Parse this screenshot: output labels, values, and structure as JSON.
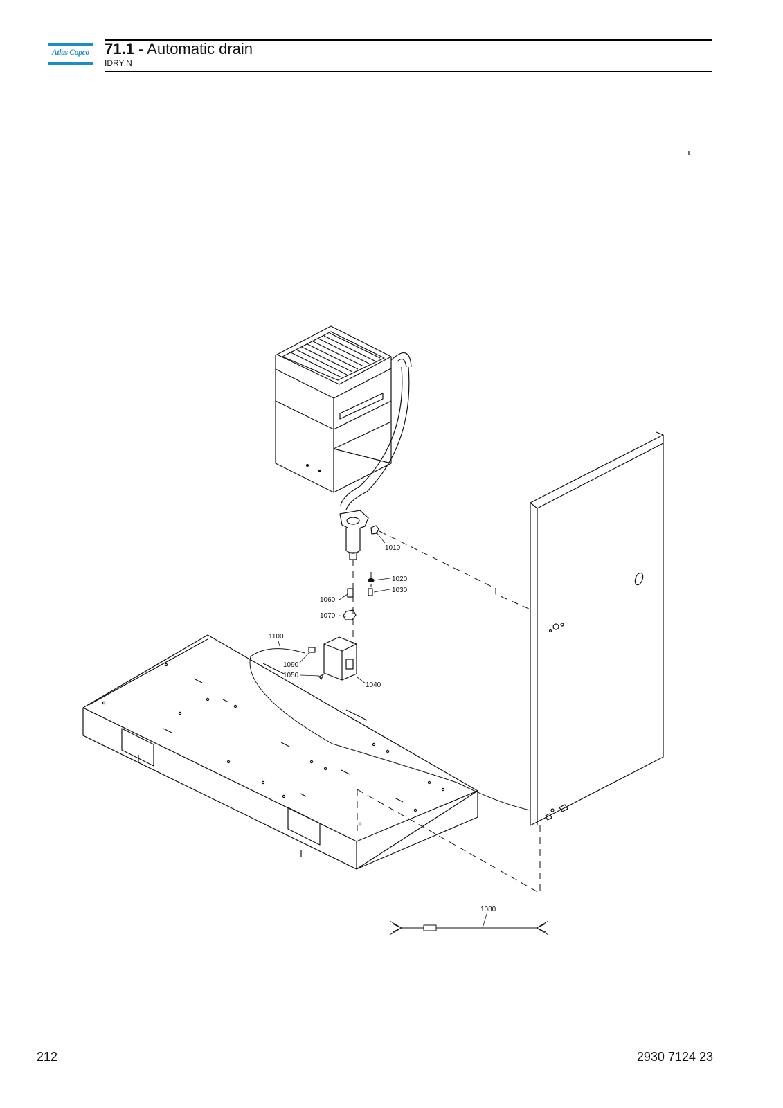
{
  "header": {
    "logo_text": "Atlas Copco",
    "section_number": "71.1",
    "section_title": "- Automatic drain",
    "subtitle": "IDRY:N"
  },
  "drawing": {
    "part_labels": [
      "1010",
      "1020",
      "1030",
      "1060",
      "1070",
      "1100",
      "1090",
      "1050",
      "1040",
      "1080"
    ]
  },
  "footer": {
    "page_number": "212",
    "document_number": "2930 7124 23"
  }
}
